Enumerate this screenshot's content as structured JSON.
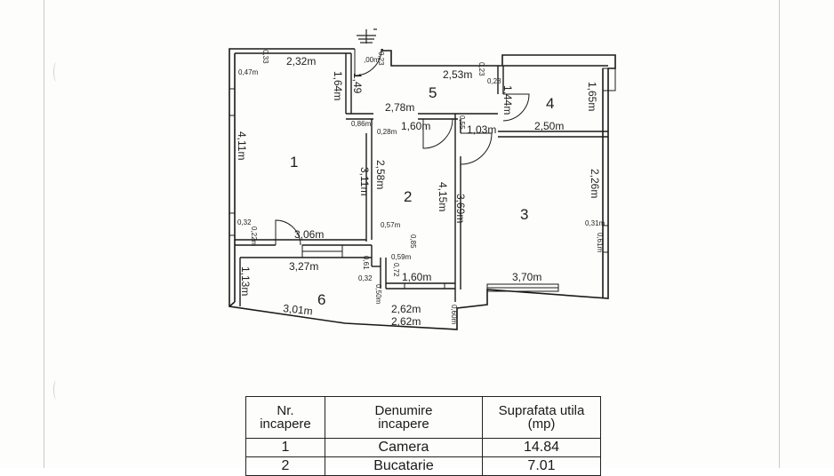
{
  "plan": {
    "rooms": [
      {
        "number": "1"
      },
      {
        "number": "2"
      },
      {
        "number": "3"
      },
      {
        "number": "4"
      },
      {
        "number": "5"
      },
      {
        "number": "6"
      }
    ],
    "dimensions": {
      "d_2_32": "2,32m",
      "d_1_00": ",00m",
      "d_2_53": "2,53m",
      "d_1_49": "1,49",
      "d_1_64": "1,64m",
      "d_1_44": "1,44m",
      "d_1_65": "1,65m",
      "d_2_78": "2,78m",
      "d_1_60_top": "1,60m",
      "d_1_03": "1,03m",
      "d_2_50": "2,50m",
      "d_4_11": "4,11m",
      "d_3_11": "3,11m",
      "d_2_58": "2,58m",
      "d_4_15": "4,15m",
      "d_3_69": "3,69m",
      "d_2_26": "2,26m",
      "d_3_06": "3,06m",
      "d_3_27": "3,27m",
      "d_1_13": "1,13m",
      "d_1_60_bottom": "1,60m",
      "d_3_70": "3,70m",
      "d_3_01": "3,01m",
      "d_2_62_a": "2,62m",
      "d_2_62_b": "2,62m"
    },
    "small_dimensions": {
      "s_0_33_top": "0,33",
      "s_0_47": "0,47m",
      "s_0_23": "0,23",
      "s_0_28_right": "0,28",
      "s_0_23_b": "0,23",
      "s_0_86": "0,86m",
      "s_0_28_mid": "0,28m",
      "s_0_55": "0,55",
      "s_0_32_left": "0,32",
      "s_0_22": "0,22m",
      "s_0_57": "0,57m",
      "s_0_85": "0,85",
      "s_0_59": "0,59m",
      "s_0_72": "0,72",
      "s_0_61": "0,61",
      "s_0_32_bottom": "0,32",
      "s_0_50": "0,50m",
      "s_0_60": "0,60m",
      "s_0_31": "0,31m",
      "s_0_61_right": "0,61m"
    }
  },
  "table": {
    "headers": {
      "nr_line1": "Nr.",
      "nr_line2": "incapere",
      "name_line1": "Denumire",
      "name_line2": "incapere",
      "area_line1": "Suprafata utila",
      "area_line2": "(mp)"
    },
    "rows": [
      {
        "nr": "1",
        "name": "Camera",
        "area": "14.84"
      },
      {
        "nr": "2",
        "name": "Bucatarie",
        "area": "7.01"
      }
    ]
  }
}
